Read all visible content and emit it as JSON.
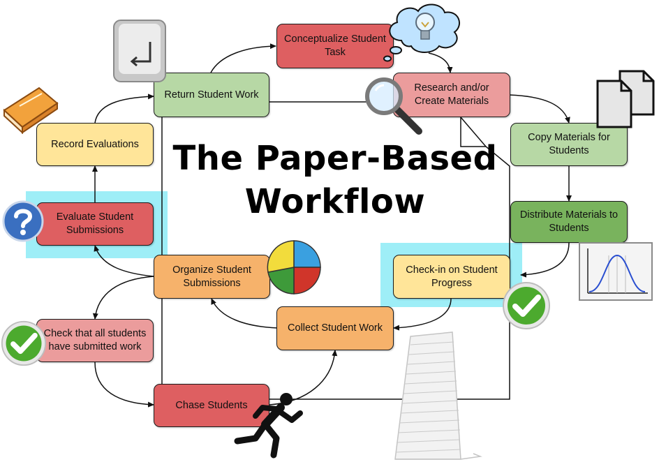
{
  "title": {
    "line1": "The Paper-Based",
    "line2": "Workflow"
  },
  "nodes": {
    "conceptualize": "Conceptualize Student Task",
    "research": "Research and/or Create Materials",
    "copy": "Copy Materials for Students",
    "distribute": "Distribute Materials to Students",
    "checkin": "Check-in on Student Progress",
    "collect": "Collect Student Work",
    "organize": "Organize Student Submissions",
    "evaluate": "Evaluate Student Submissions",
    "record": "Record Evaluations",
    "return_work": "Return Student Work",
    "check_all": "Check that all students have submitted work",
    "chase": "Chase Students"
  },
  "colors": {
    "red": "#de5f61",
    "pink": "#eb9c9c",
    "light_green": "#b7d8a5",
    "green": "#79b35d",
    "orange": "#f6b26b",
    "yellow": "#ffe599",
    "highlight": "#9eeef7"
  },
  "icons": [
    "return-key-icon",
    "lightbulb-thought-icon",
    "magnifier-icon",
    "documents-icon",
    "book-icon",
    "question-icon",
    "bell-curve-chart-icon",
    "pie-chart-icon",
    "checkmark-icon",
    "running-person-icon",
    "paper-stack-icon"
  ]
}
